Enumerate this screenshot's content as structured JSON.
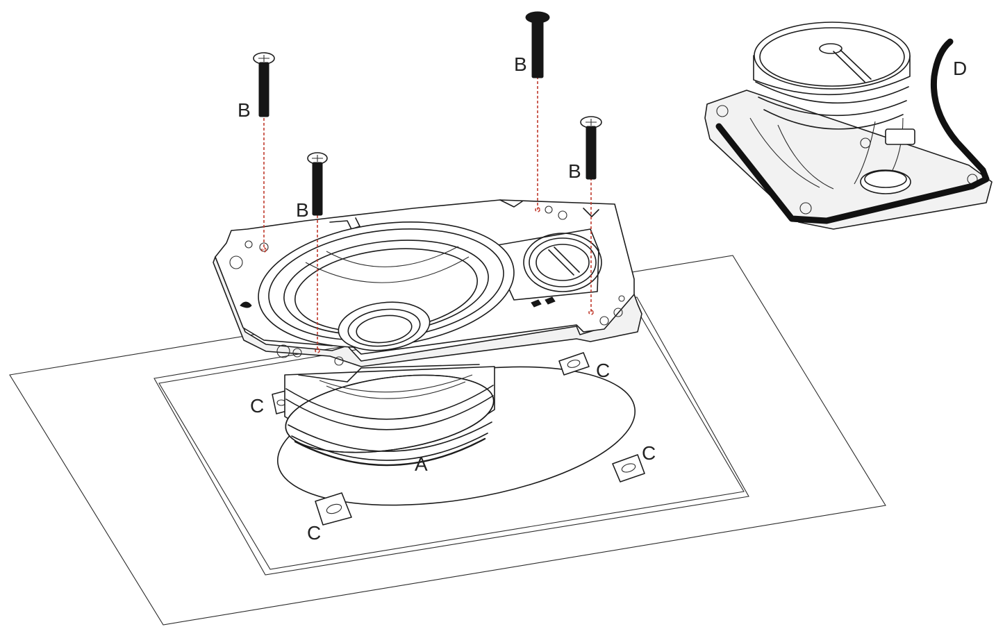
{
  "labels": {
    "speaker": "A",
    "screw": "B",
    "clamp": "C",
    "gasket": "D"
  },
  "colors": {
    "line": "#1c1c1c",
    "guide_dash": "#c0392b",
    "gasket": "#111111",
    "background": "#ffffff"
  },
  "counts": {
    "screws": 4,
    "clamps": 4
  }
}
